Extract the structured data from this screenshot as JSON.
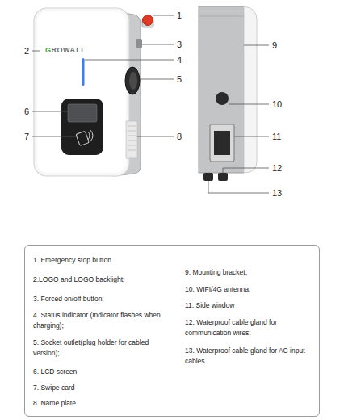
{
  "diagram": {
    "nodes": [
      {
        "text": [
          "1. Emergency stop button",
          "2.LOGO and LOGO backlight;",
          "3. Forced on/off button;",
          "4. Status indicator (Indicator flashes when charging);",
          "5. Socket outlet(plug holder for cabled version);",
          "6. LCD screen",
          "7. Swipe card",
          "8. Name plate",
          "9. Mounting bracket;",
          "10. WIFI/4G antenna;",
          "11. Side window",
          "12. Waterproof cable gland for communication wires;",
          "13. Waterproof cable gland for AC input cables"
        ]
      }
    ],
    "labels": [
      "GROWATT",
      "1",
      "2",
      "3",
      "4",
      "5",
      "6",
      "7",
      "8",
      "9",
      "10",
      "11",
      "12",
      "13"
    ]
  }
}
